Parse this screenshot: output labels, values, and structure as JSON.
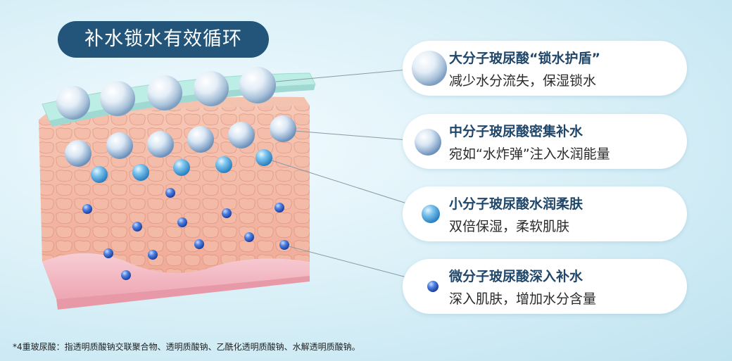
{
  "title": "补水锁水有效循环",
  "cards": [
    {
      "heading": "大分子玻尿酸“锁水护盾”",
      "description": "减少水分流失，保湿锁水",
      "sphere": "large-sphere-icon"
    },
    {
      "heading": "中分子玻尿酸密集补水",
      "description": "宛如“水炸弹”注入水润能量",
      "sphere": "medium-sphere-icon"
    },
    {
      "heading": "小分子玻尿酸水润柔肤",
      "description": "双倍保湿，柔软肌肤",
      "sphere": "small-sphere-icon"
    },
    {
      "heading": "微分子玻尿酸深入补水",
      "description": "深入肌肤，增加水分含量",
      "sphere": "micro-sphere-icon"
    }
  ],
  "footnote": "*4重玻尿酸：指透明质酸钠交联聚合物、透明质酸钠、乙酰化透明质酸钠、水解透明质酸钠。",
  "colors": {
    "title_bg": "#23557b",
    "heading": "#20476a",
    "skin": "#f1b9a4",
    "shield": "#aee6df"
  }
}
